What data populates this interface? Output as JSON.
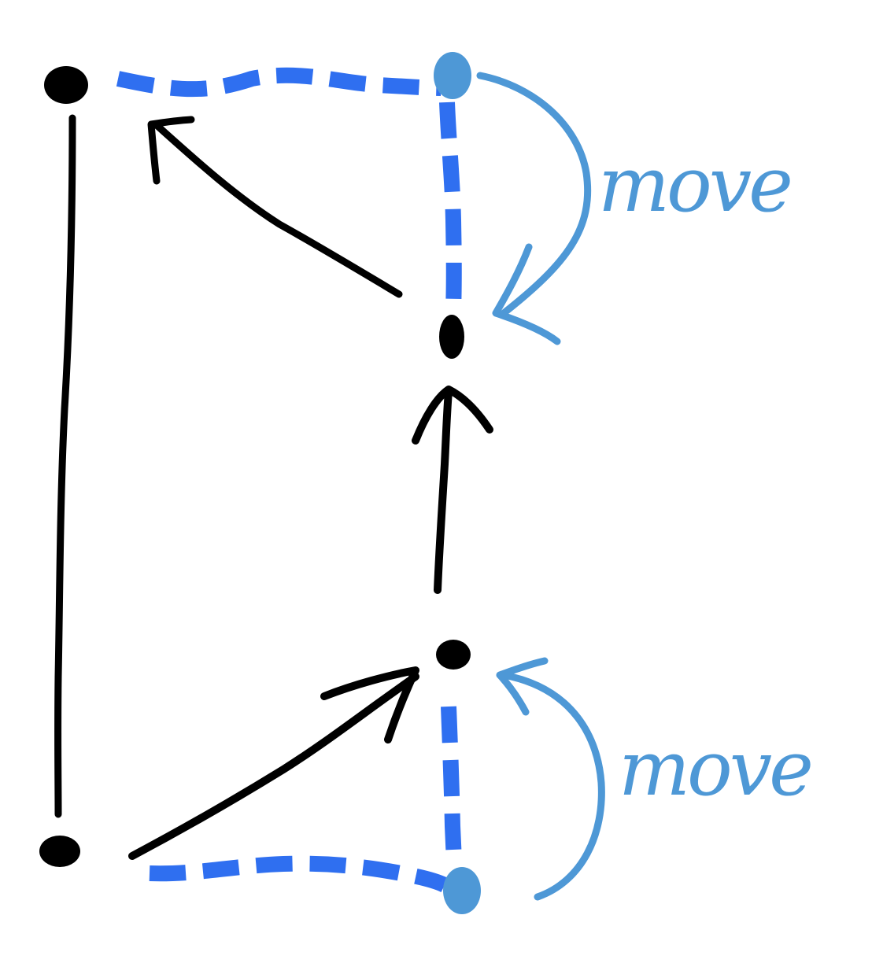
{
  "diagram": {
    "colors": {
      "ink": "#000000",
      "dashed_edge": "#2f6ff0",
      "annotation": "#4e98d6",
      "background": "#ffffff"
    },
    "nodes": [
      {
        "id": "top-left",
        "color": "black"
      },
      {
        "id": "top-right",
        "color": "light-blue"
      },
      {
        "id": "middle",
        "color": "black"
      },
      {
        "id": "lower-middle",
        "color": "black"
      },
      {
        "id": "bottom-left",
        "color": "black"
      },
      {
        "id": "bottom-right",
        "color": "light-blue"
      }
    ],
    "edges": [
      {
        "from": "top-left",
        "to": "bottom-left",
        "style": "solid"
      },
      {
        "from": "top-left",
        "to": "top-right",
        "style": "dashed"
      },
      {
        "from": "top-right",
        "to": "middle",
        "style": "dashed"
      },
      {
        "from": "bottom-left",
        "to": "bottom-right",
        "style": "dashed"
      },
      {
        "from": "bottom-right",
        "to": "lower-middle",
        "style": "dashed"
      }
    ],
    "arrows": [
      {
        "from": "middle",
        "to": "top-left",
        "style": "solid"
      },
      {
        "from": "lower-middle",
        "to": "middle",
        "style": "solid"
      },
      {
        "from": "bottom-left",
        "to": "lower-middle",
        "style": "solid"
      },
      {
        "from": "top-right",
        "to": "middle",
        "style": "curved"
      },
      {
        "from": "bottom-right",
        "to": "lower-middle",
        "style": "curved"
      }
    ],
    "annotations": {
      "top": "move",
      "bottom": "move"
    }
  }
}
